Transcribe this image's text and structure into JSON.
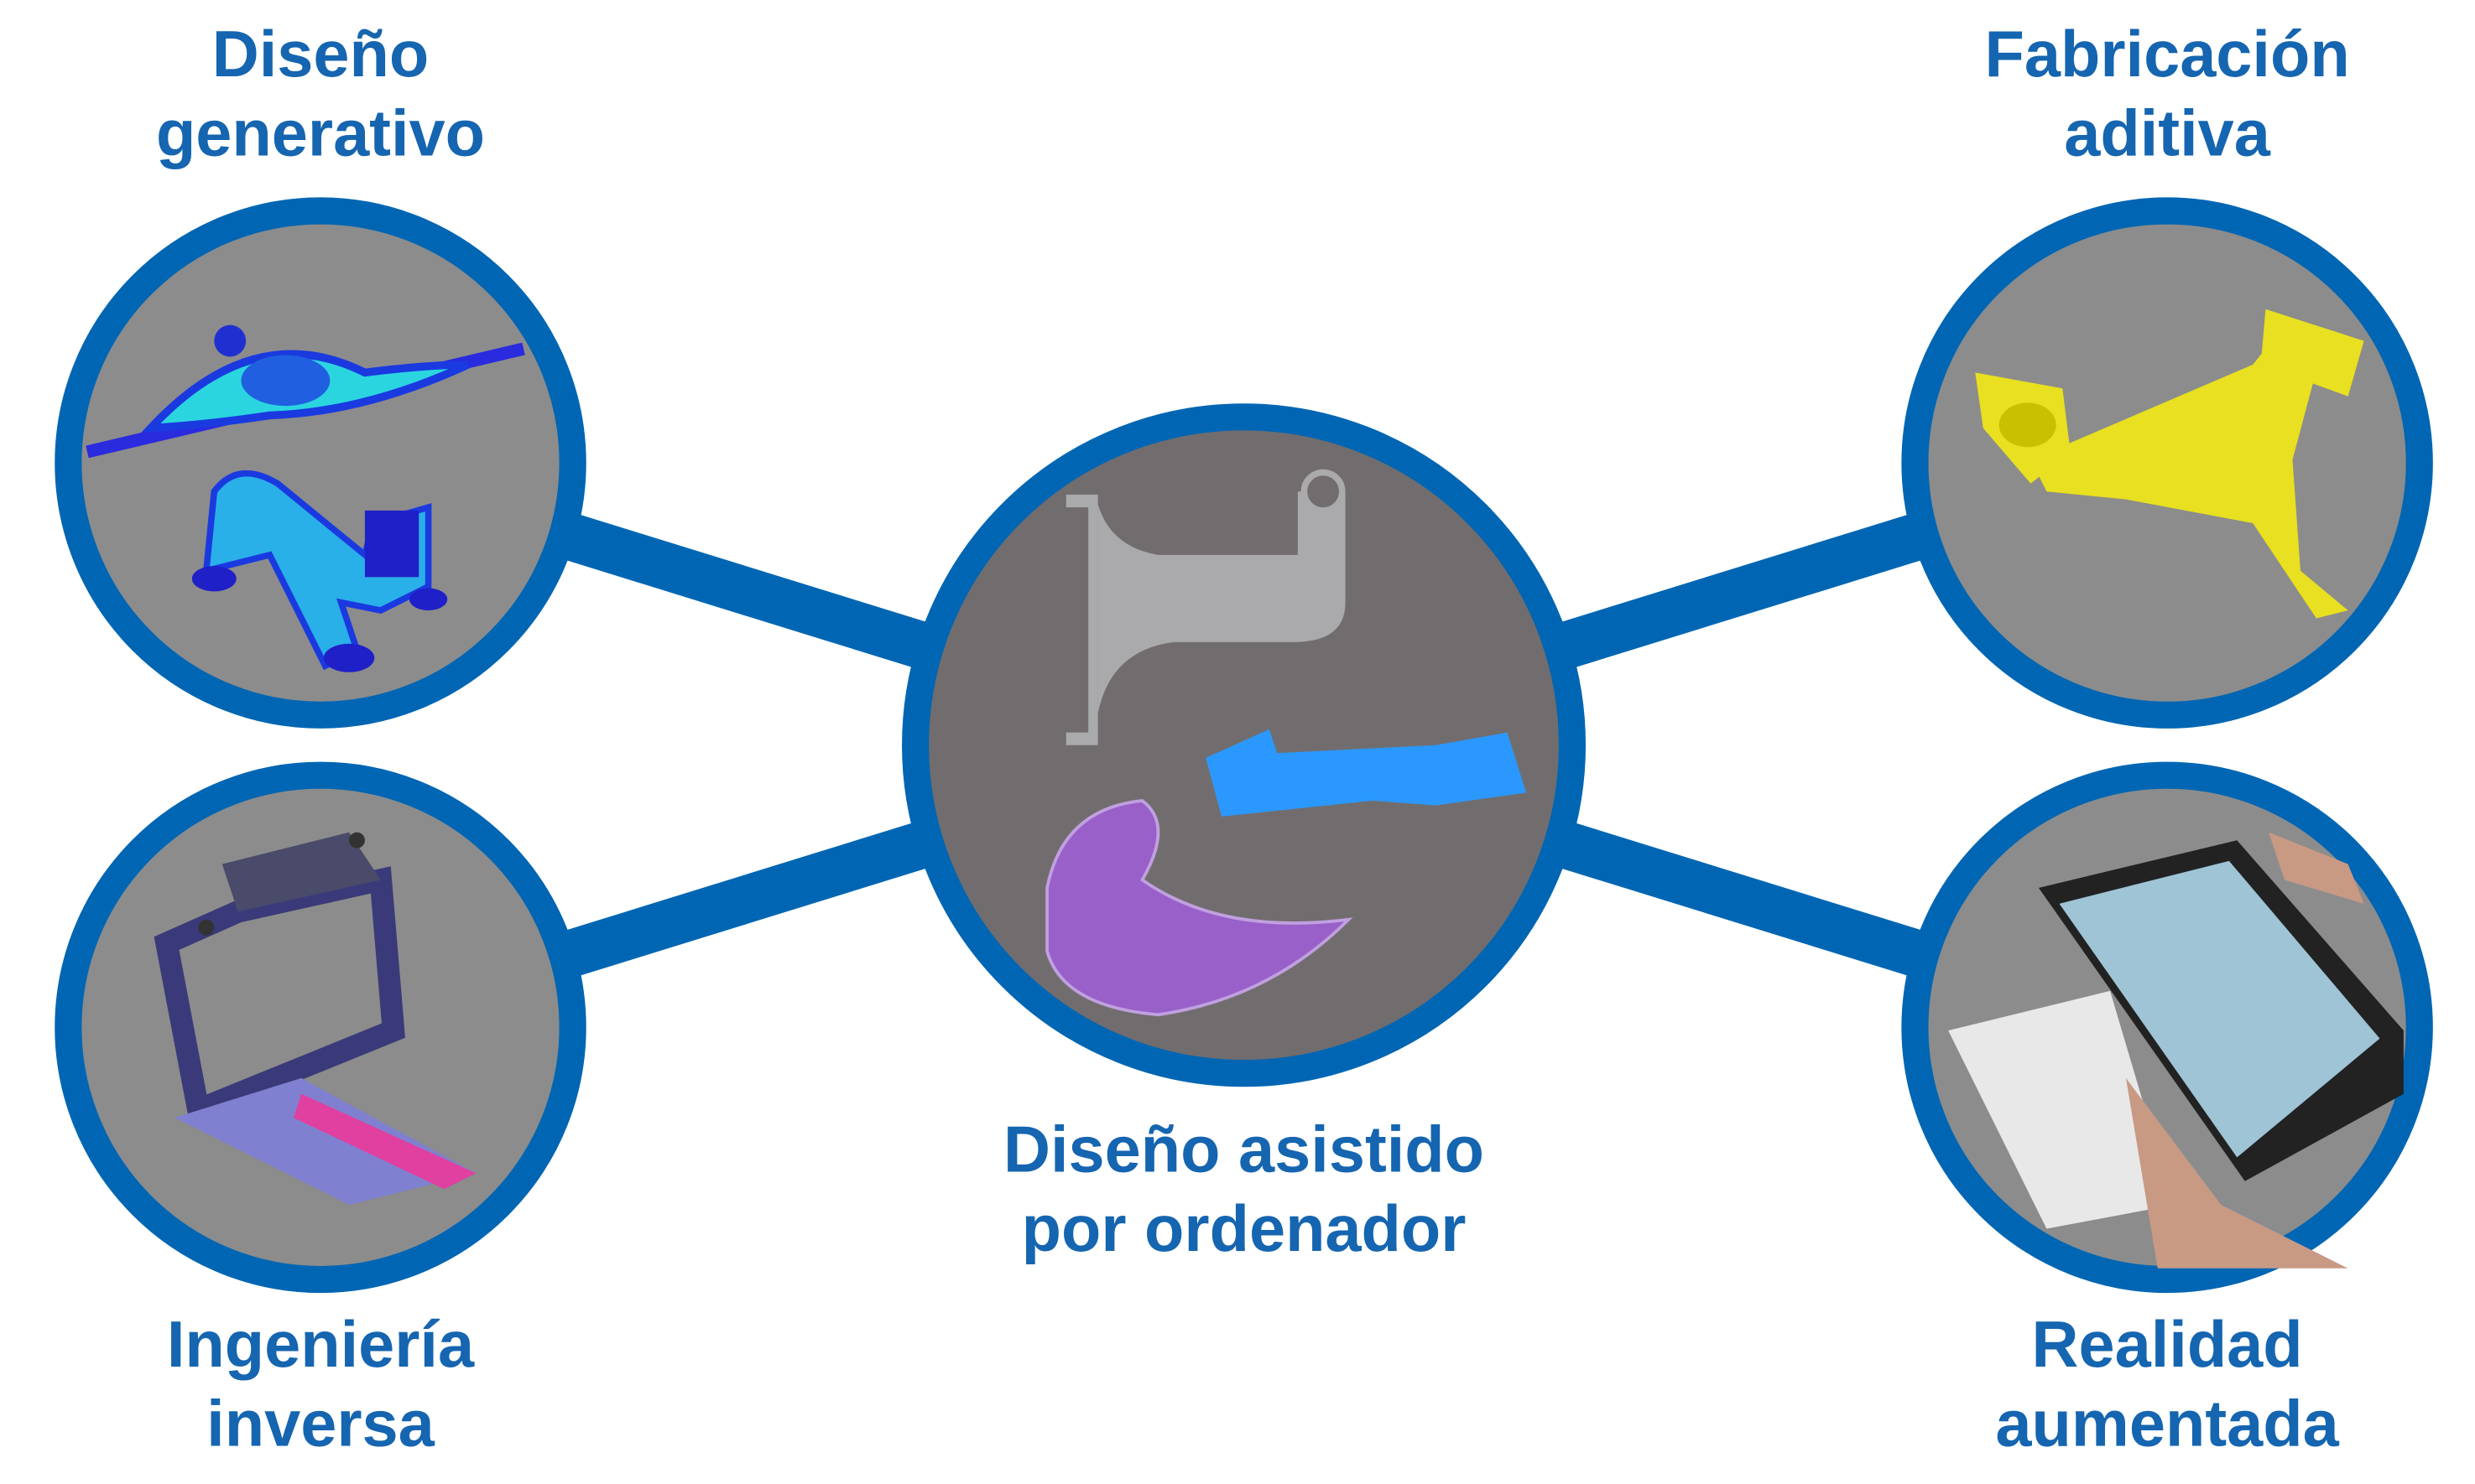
{
  "nodes": {
    "generative_design": {
      "line1": "Diseño",
      "line2": "generativo"
    },
    "additive_manufacturing": {
      "line1": "Fabricación",
      "line2": "aditiva"
    },
    "cad": {
      "line1": "Diseño asistido",
      "line2": "por ordenador"
    },
    "reverse_engineering": {
      "line1": "Ingeniería",
      "line2": "inversa"
    },
    "augmented_reality": {
      "line1": "Realidad",
      "line2": "aumentada"
    }
  },
  "colors": {
    "accent": "#0066b3",
    "text": "#1565b0",
    "circle_fill": "#8c8c8c",
    "center_fill": "#716d6e"
  }
}
